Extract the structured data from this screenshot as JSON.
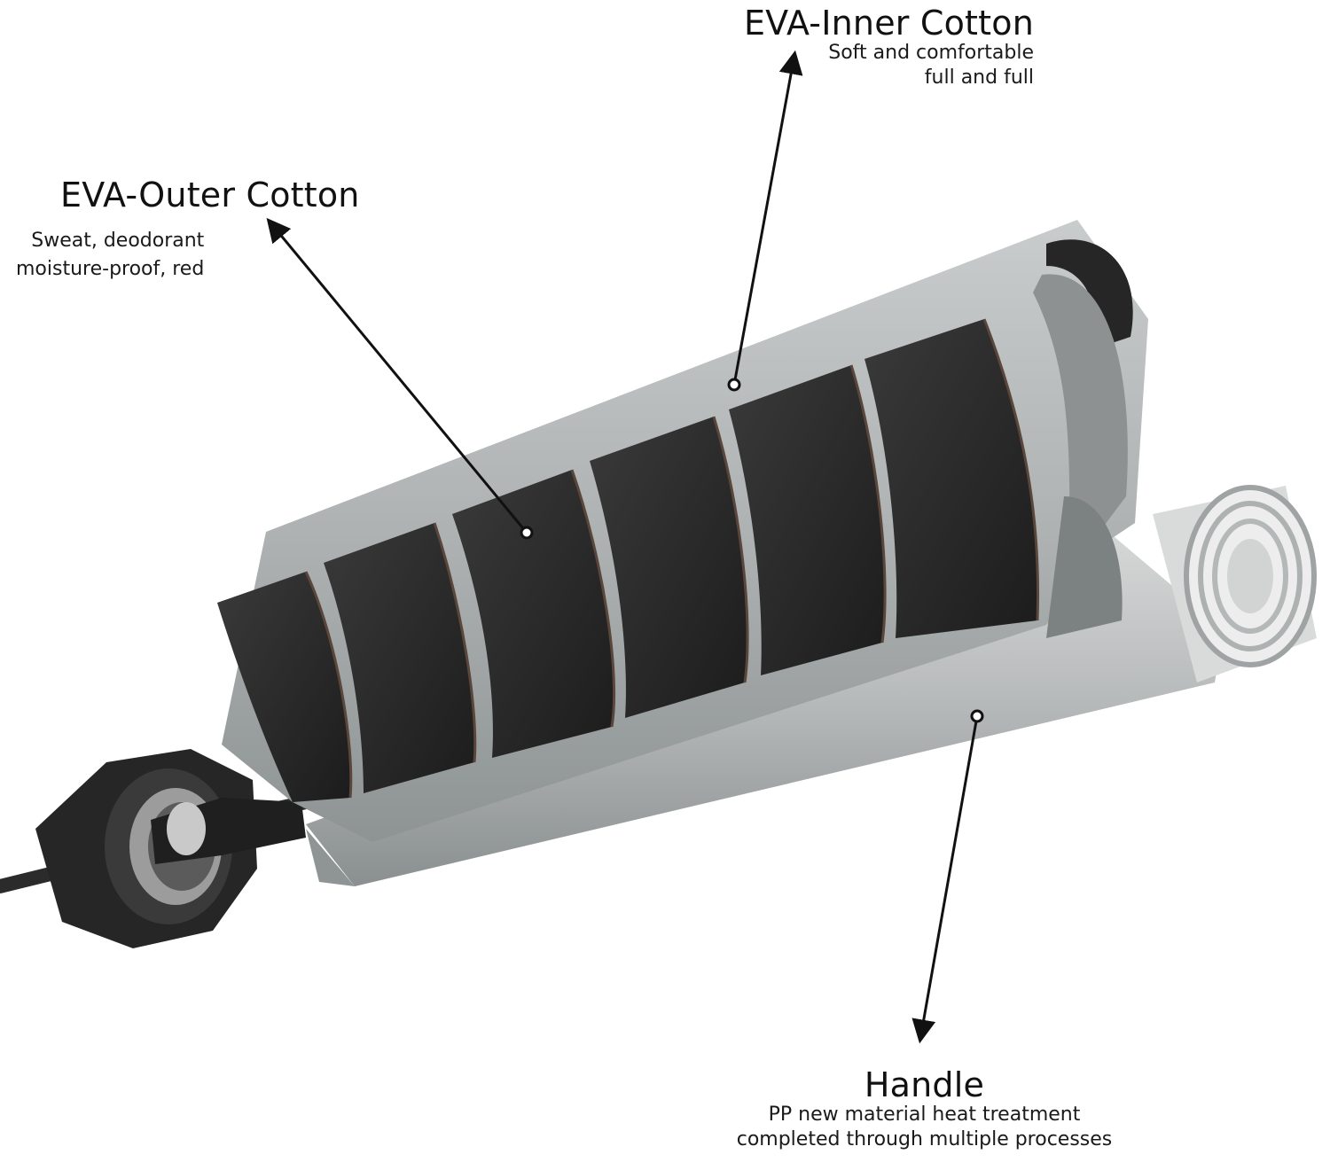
{
  "callouts": {
    "inner": {
      "title": "EVA-Inner Cotton",
      "lines": [
        "Soft and comfortable",
        "full and full"
      ]
    },
    "outer": {
      "title": "EVA-Outer Cotton",
      "lines": [
        "Sweat, deodorant",
        "moisture-proof, red"
      ]
    },
    "handle": {
      "title": "Handle",
      "lines": [
        "PP new material heat treatment",
        "completed through multiple processes"
      ]
    }
  },
  "colors": {
    "foam": "#2b2b2b",
    "foam_edge": "#4a3a32",
    "shell": "#a7abab",
    "shell_light": "#c6c9c9",
    "shell_dark": "#7f8484",
    "cap": "#2a2a2a",
    "pointer": "#111111"
  }
}
